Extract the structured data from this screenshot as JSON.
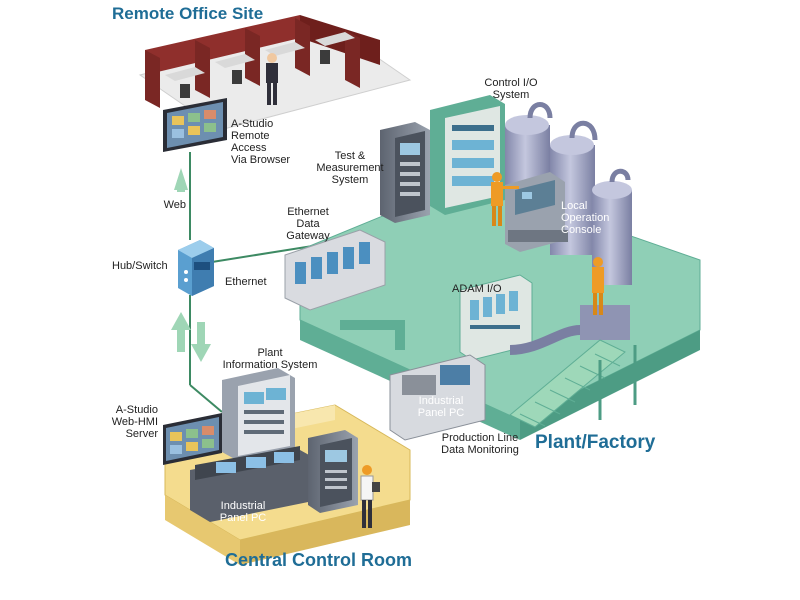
{
  "titles": {
    "remote_office": "Remote Office Site",
    "plant_factory": "Plant/Factory",
    "central_control": "Central Control Room"
  },
  "labels": {
    "a_studio_remote": "A-Studio\nRemote\nAccess\nVia Browser",
    "web": "Web",
    "hub_switch": "Hub/Switch",
    "ethernet": "Ethernet",
    "ethernet_gateway": "Ethernet\nData\nGateway",
    "test_measurement": "Test &\nMeasurement\nSystem",
    "control_io": "Control I/O\nSystem",
    "local_operation": "Local\nOperation\nConsole",
    "adam_io": "ADAM I/O",
    "industrial_pc_plant": "Industrial\nPanel PC",
    "production_line": "Production Line\nData Monitoring",
    "plant_info": "Plant\nInformation System",
    "a_studio_server": "A-Studio\nWeb-HMI\nServer",
    "industrial_pc_control": "Industrial\nPanel PC"
  },
  "colors": {
    "title": "#1f6d96",
    "cubicle": "#8f2f2c",
    "plant_green": "#8fcfb6",
    "machine_green": "#5fae95",
    "control_room": "#f4dc8e",
    "arrow": "#9fd6b6",
    "link_green": "#3d8a63",
    "link_orange": "#e0a040",
    "tank": "#a2a6c4",
    "worker": "#ee9b26"
  },
  "icons": {
    "hub": "hub-switch-icon",
    "monitor": "monitor-icon",
    "worker": "worker-icon",
    "arrow": "arrow-icon"
  }
}
